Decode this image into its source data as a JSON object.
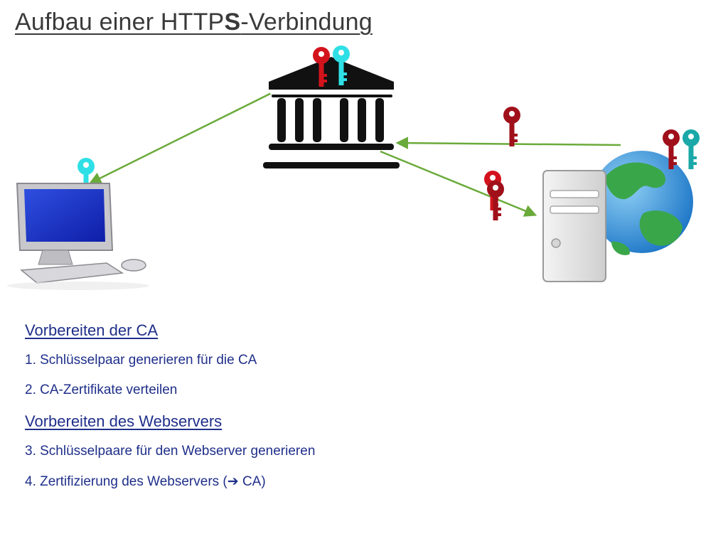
{
  "title": {
    "prefix": "Aufbau einer HTTP",
    "bold_letter": "S",
    "suffix": "-Verbindung"
  },
  "steps": {
    "section1_heading": "Vorbereiten der CA",
    "item1": "1. Schlüsselpaar generieren für die CA",
    "item2": "2. CA-Zertifikate verteilen",
    "section2_heading": "Vorbereiten des Webservers",
    "item3": "3. Schlüsselpaare für den Webserver generieren",
    "item4_prefix": "4. Zertifizierung des Webservers (",
    "item4_arrow": "➔",
    "item4_suffix": " CA)"
  },
  "colors": {
    "text_blue": "#1f2f8a",
    "arrow_green": "#6aaa3a",
    "key_red": "#d3131c",
    "key_dark_red": "#a0101a",
    "key_cyan": "#2ee0e6",
    "key_teal": "#1aa8a8"
  },
  "icons": {
    "ca": "building-icon",
    "client": "desktop-computer-icon",
    "server": "web-server-globe-icon",
    "key": "key-icon"
  }
}
